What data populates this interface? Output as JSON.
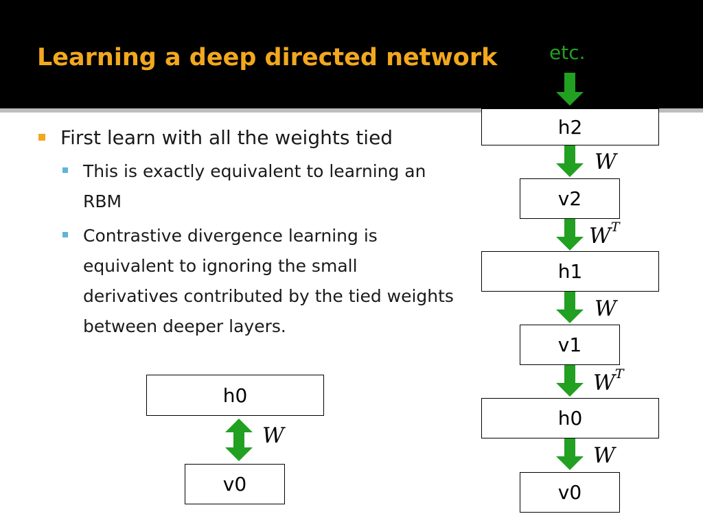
{
  "slide": {
    "title": "Learning a deep directed network",
    "bullets": [
      {
        "text": "First learn with all the weights tied",
        "sub": [
          "This is exactly equivalent to learning an RBM",
          "Contrastive divergence learning is equivalent to ignoring the small derivatives contributed by the tied weights between deeper layers."
        ]
      }
    ]
  },
  "left_diagram": {
    "top_box": "h0",
    "bottom_box": "v0",
    "weight_label": "W"
  },
  "right_diagram": {
    "etc_label": "etc.",
    "boxes": [
      "h2",
      "v2",
      "h1",
      "v1",
      "h0",
      "v0"
    ],
    "labels": {
      "w": "W",
      "wt_base": "W",
      "wt_sup": "T"
    }
  },
  "colors": {
    "title": "#f2a81e",
    "arrow": "#22a022",
    "title_bar": "#000000",
    "bullet_primary": "#f2a81e",
    "bullet_secondary": "#5fb4d8"
  }
}
